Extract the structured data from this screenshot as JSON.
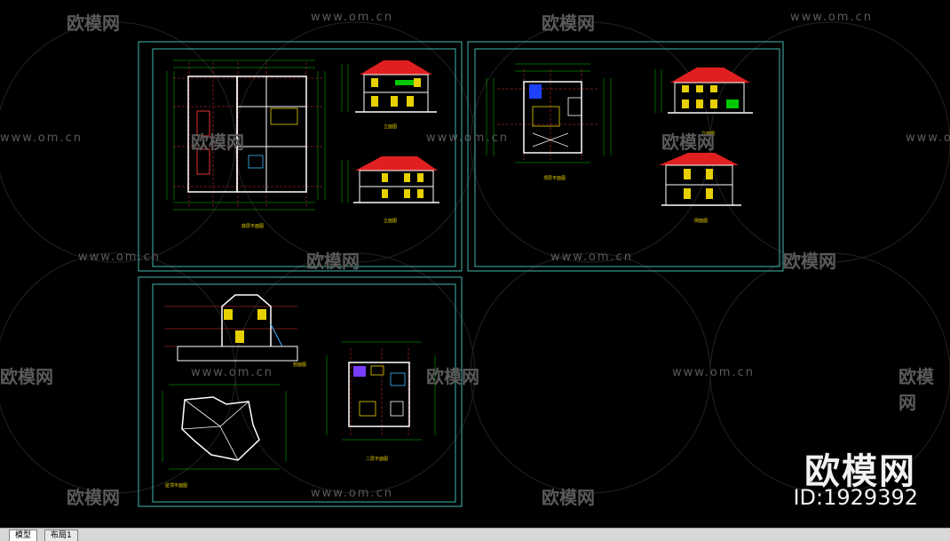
{
  "watermark": {
    "brand_cn": "欧模网",
    "url": "www.om.cn",
    "id_label": "ID:1929392"
  },
  "sheets": {
    "sheet1": {
      "plan_title": "底层平面图",
      "elev1_title": "立面图",
      "elev2_title": "立面图"
    },
    "sheet2": {
      "plan_title": "顶层平面图",
      "elev1_title": "立面图",
      "elev2_title": "侧面图"
    },
    "sheet3": {
      "section_title": "剖面图",
      "roof_title": "屋顶平面图",
      "plan_title": "二层平面图"
    }
  },
  "tabs": [
    {
      "label": "模型"
    },
    {
      "label": "布局1"
    }
  ],
  "colors": {
    "frame": "#3fb7b0",
    "grid": "#00c800",
    "wall": "#ffffff",
    "roof": "#e02020",
    "axis": "#e03030",
    "window": "#e6d000"
  }
}
